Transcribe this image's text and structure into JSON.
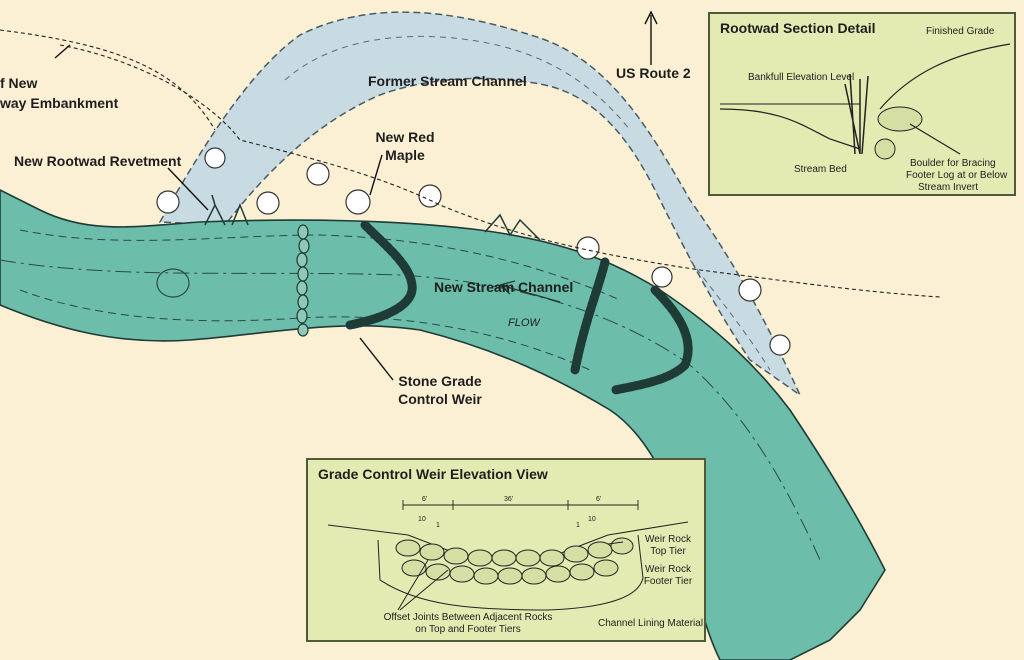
{
  "labels": {
    "embankment_line1": "f New",
    "embankment_line2": "way Embankment",
    "former_channel": "Former Stream Channel",
    "us_route": "US Route 2",
    "rootwad_revetment": "New Rootwad Revetment",
    "red_maple_line1": "New Red",
    "red_maple_line2": "Maple",
    "new_channel": "New Stream Channel",
    "flow": "FLOW",
    "weir_line1": "Stone Grade",
    "weir_line2": "Control Weir"
  },
  "rootwad_detail": {
    "title": "Rootwad Section Detail",
    "finished_grade": "Finished Grade",
    "bankfull": "Bankfull Elevation Level",
    "stream_bed": "Stream Bed",
    "boulder_line1": "Boulder for Bracing",
    "footer_line1": "Footer Log at or Below",
    "footer_line2": "Stream Invert"
  },
  "weir_elevation": {
    "title": "Grade Control Weir Elevation View",
    "dim_left": "6'",
    "dim_center": "36'",
    "dim_right": "6'",
    "slope_left": "10",
    "slope_left_rise": "1",
    "slope_right": "10",
    "slope_right_rise": "1",
    "top_tier_line1": "Weir Rock",
    "top_tier_line2": "Top Tier",
    "footer_tier_line1": "Weir Rock",
    "footer_tier_line2": "Footer Tier",
    "offset_line1": "Offset Joints Between Adjacent Rocks",
    "offset_line2": "on Top and Footer Tiers",
    "lining": "Channel Lining Material"
  },
  "colors": {
    "background": "#fbf0d4",
    "former_channel": "#c8dbe3",
    "new_channel": "#6cbdaa",
    "inset_fill": "#e3ebb2",
    "line": "#222222"
  }
}
